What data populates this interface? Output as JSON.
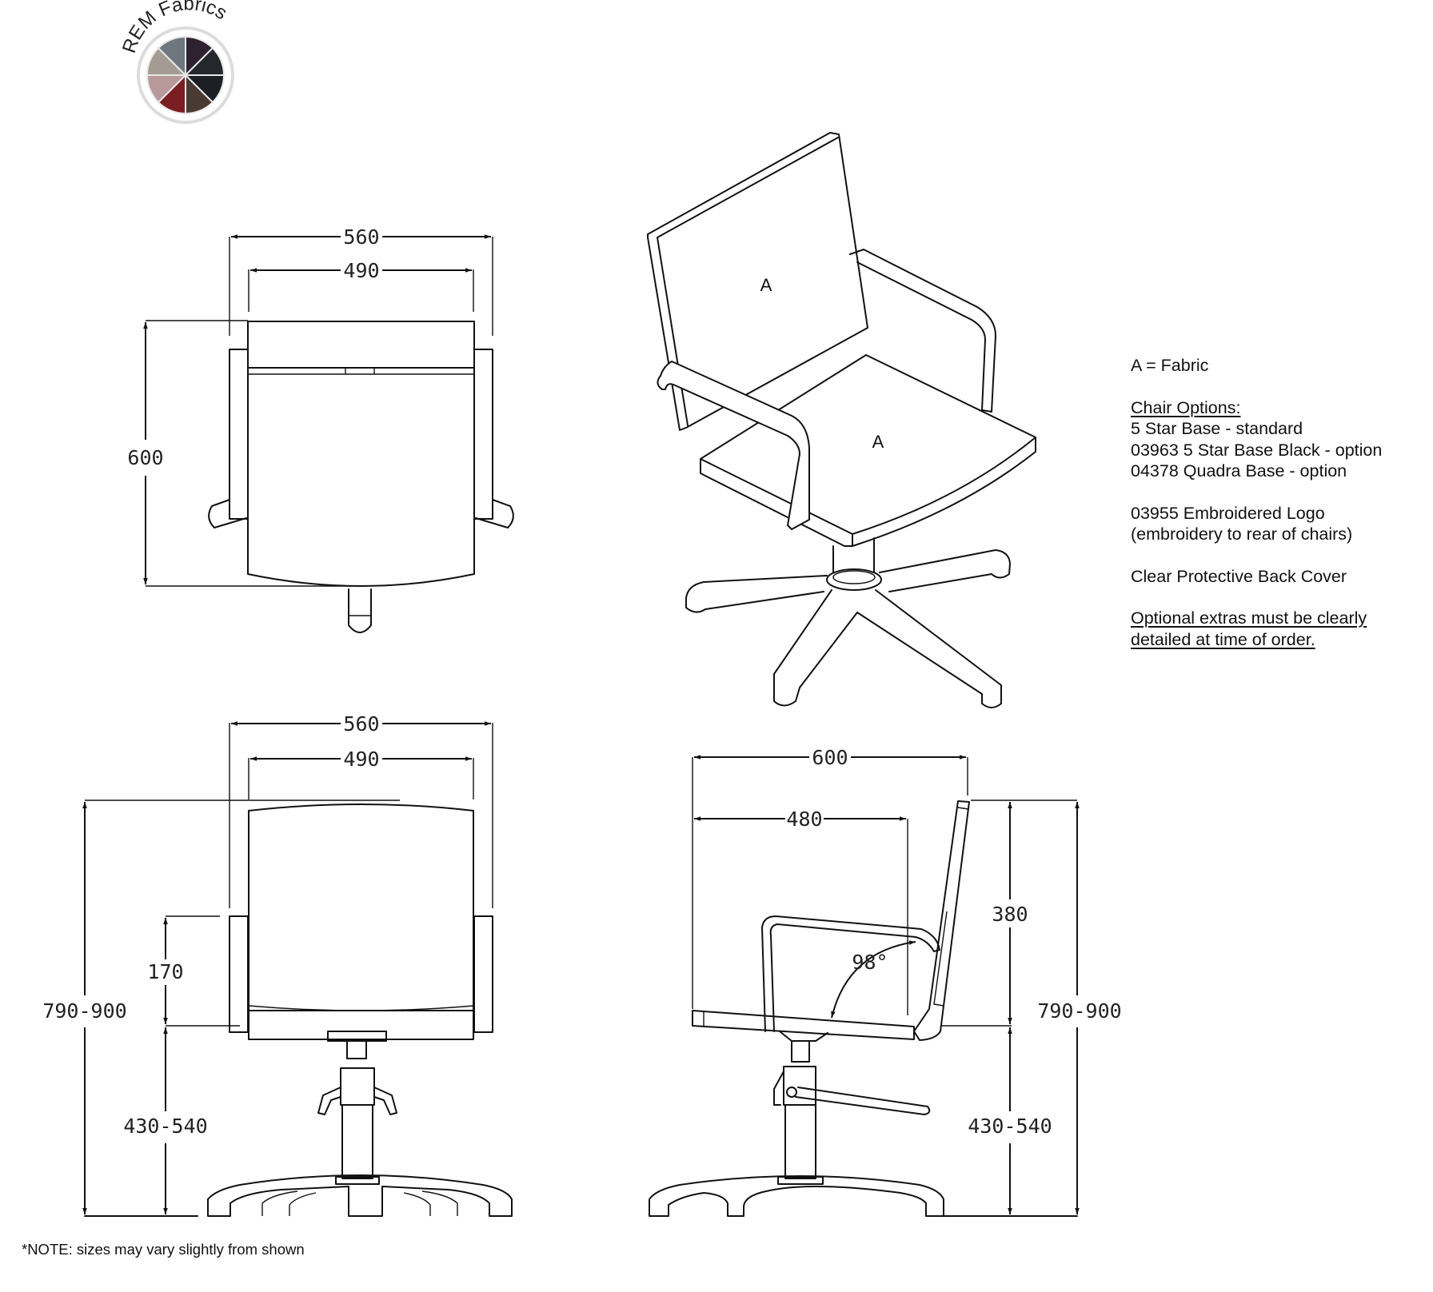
{
  "logo": {
    "brand_text": "REM Fabrics",
    "swatch_colors": [
      "#2e2230",
      "#24282c",
      "#1c1f24",
      "#4a3a32",
      "#7a1e22",
      "#b8999a",
      "#a49c92",
      "#6e777d"
    ]
  },
  "views": {
    "plan": {
      "dims": {
        "overall_width": "560",
        "seat_width": "490",
        "depth": "600"
      }
    },
    "isometric": {
      "back_label": "A",
      "seat_label": "A"
    },
    "front": {
      "dims": {
        "overall_width": "560",
        "seat_width": "490",
        "arm_height": "170",
        "overall_height": "790-900",
        "seat_height": "430-540"
      }
    },
    "side": {
      "dims": {
        "overall_depth": "600",
        "seat_depth": "480",
        "back_height": "380",
        "recline_angle": "98°",
        "overall_height": "790-900",
        "seat_height": "430-540"
      }
    }
  },
  "notes": {
    "legend": "A = Fabric",
    "options_heading": "Chair Options:",
    "options": [
      "5 Star Base - standard",
      "03963 5 Star Base Black - option",
      "04378 Quadra Base - option"
    ],
    "logo_option": "03955 Embroidered Logo",
    "logo_option_detail": "(embroidery to rear of chairs)",
    "back_cover": "Clear Protective Back Cover",
    "warning_line1": "Optional extras must be clearly",
    "warning_line2": "detailed at time of order."
  },
  "footnote": "*NOTE: sizes may vary slightly from shown"
}
